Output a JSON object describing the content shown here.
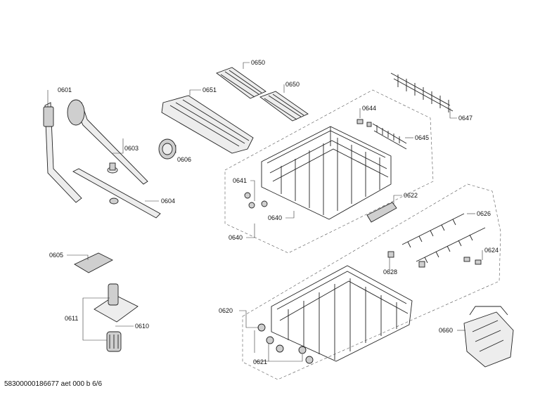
{
  "labels": {
    "p0601": "0601",
    "p0603": "0603",
    "p0604": "0604",
    "p0605": "0605",
    "p0606": "0606",
    "p0610": "0610",
    "p0611": "0611",
    "p0620": "0620",
    "p0621": "0621",
    "p0622": "0622",
    "p0624": "0624",
    "p0626": "0626",
    "p0628": "0628",
    "p0640a": "0640",
    "p0640b": "0640",
    "p0641": "0641",
    "p0644": "0644",
    "p0645": "0645",
    "p0647": "0647",
    "p0650a": "0650",
    "p0650b": "0650",
    "p0651": "0651",
    "p0660": "0660"
  },
  "footer": {
    "code": "58300000186677 aet 000 b 6/6"
  }
}
